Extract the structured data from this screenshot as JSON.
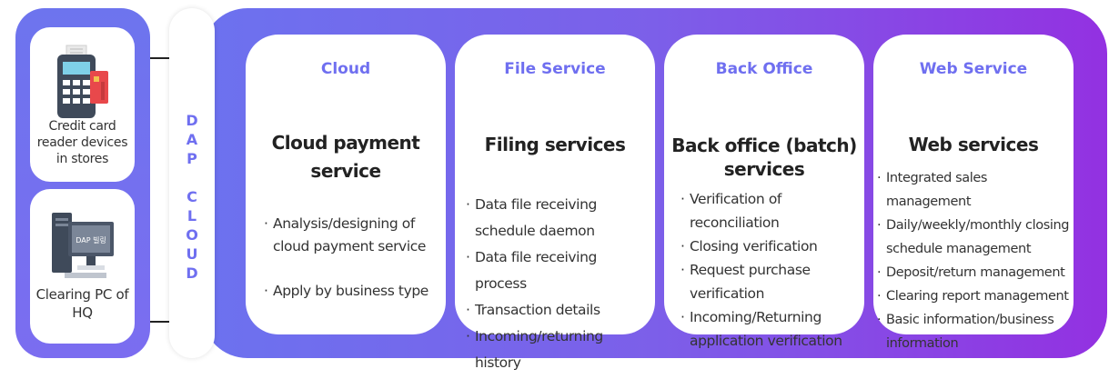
{
  "devices": [
    {
      "label_lines": [
        "Credit card",
        "reader devices",
        "in stores"
      ],
      "icon": "card-reader-icon"
    },
    {
      "label_lines": [
        "Clearing PC of",
        "HQ"
      ],
      "icon": "pc-monitor-icon",
      "screen_text": "DAP 빌링"
    }
  ],
  "dap_cloud": {
    "letters_top": [
      "D",
      "A",
      "P"
    ],
    "letters_bottom": [
      "C",
      "L",
      "O",
      "U",
      "D"
    ]
  },
  "services": [
    {
      "category": "Cloud",
      "title_lines": [
        "Cloud payment",
        "service"
      ],
      "items": [
        [
          "Analysis/designing of",
          "cloud payment service"
        ],
        [
          "Apply by business type"
        ]
      ]
    },
    {
      "category": "File Service",
      "title_lines": [
        "Filing services"
      ],
      "items": [
        [
          "Data file receiving",
          "schedule daemon"
        ],
        [
          "Data file receiving process"
        ],
        [
          "Transaction details"
        ],
        [
          "Incoming/returning history"
        ]
      ]
    },
    {
      "category": "Back Office",
      "title_lines": [
        "Back office (batch)",
        "services"
      ],
      "items": [
        [
          "Verification of",
          "reconciliation"
        ],
        [
          "Closing verification"
        ],
        [
          "Request purchase",
          "verification"
        ],
        [
          "Incoming/Returning",
          "application verification"
        ]
      ]
    },
    {
      "category": "Web Service",
      "title_lines": [
        "Web services"
      ],
      "items": [
        [
          "Integrated sales",
          "management"
        ],
        [
          "Daily/weekly/monthly closing",
          "schedule management"
        ],
        [
          "Deposit/return management"
        ],
        [
          "Clearing report management"
        ],
        [
          "Basic information/business",
          "information"
        ]
      ]
    }
  ],
  "colors": {
    "accent": "#6f6ff0",
    "gradient_start": "#6c72ef",
    "gradient_end": "#9331e1"
  }
}
